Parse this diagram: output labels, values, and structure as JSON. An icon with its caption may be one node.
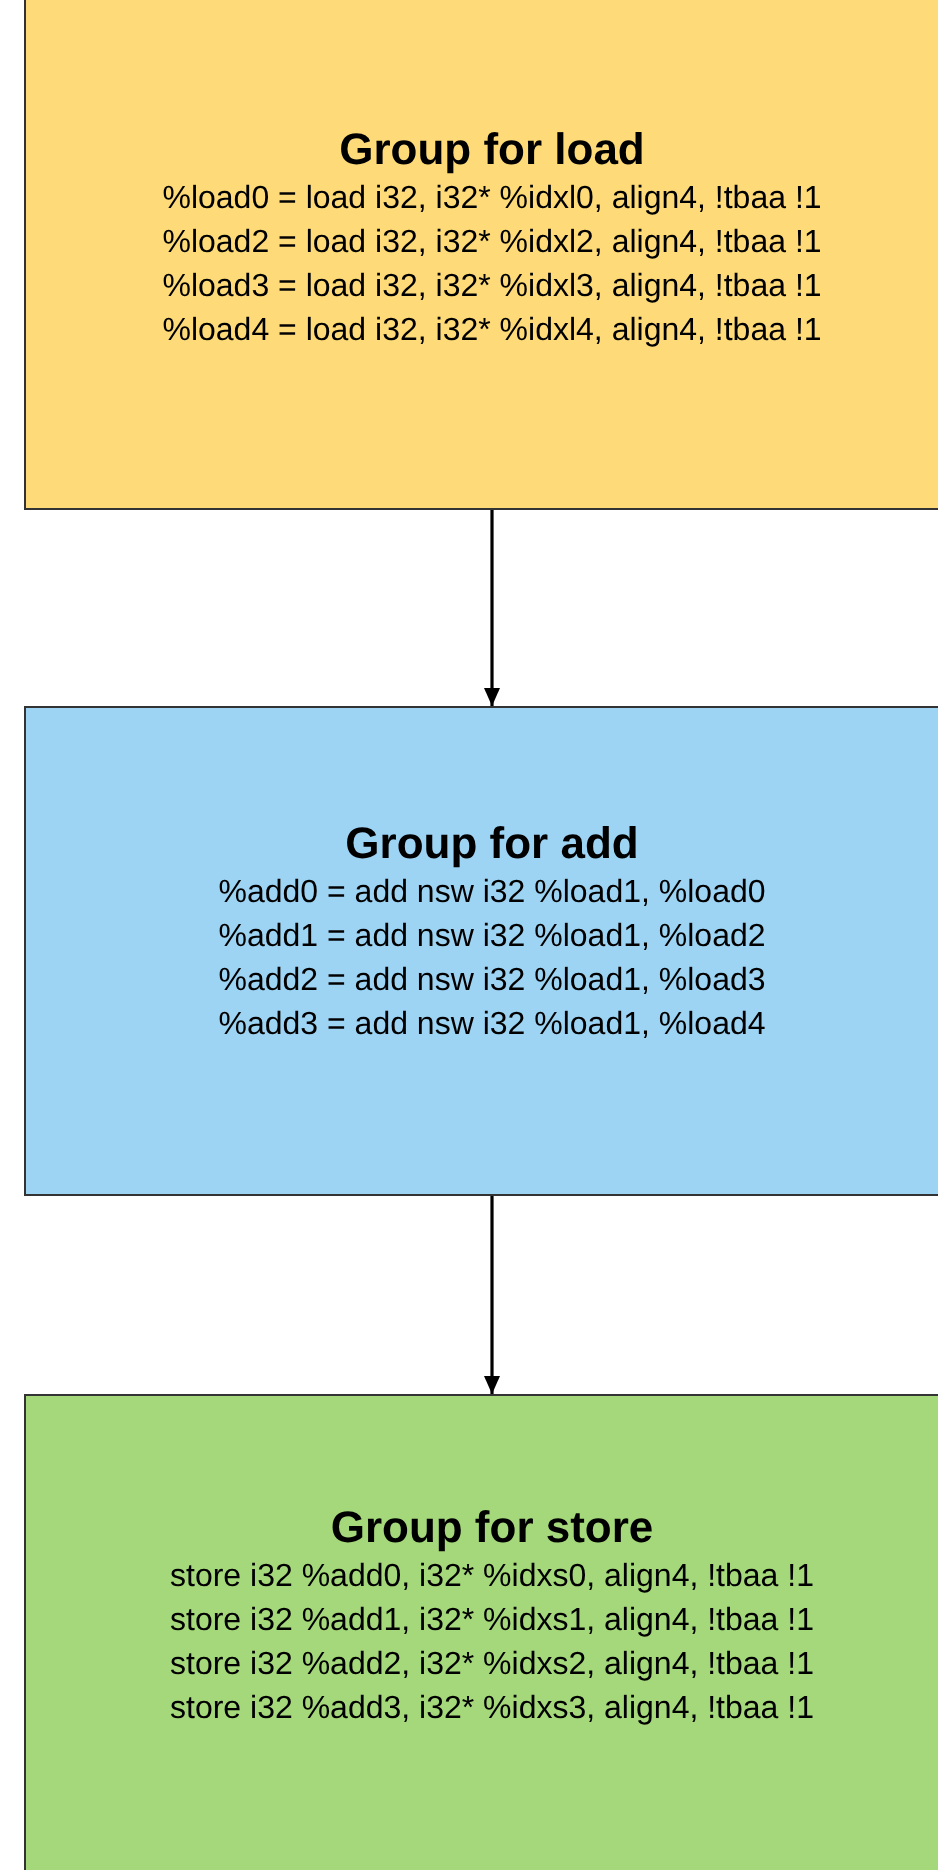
{
  "diagram": {
    "nodes": [
      {
        "text": [
          "Group for load",
          "%load0 = load i32, i32* %idxl0, align4, !tbaa !1",
          "%load2 = load i32, i32* %idxl2, align4, !tbaa !1",
          "%load3 = load i32, i32* %idxl3, align4, !tbaa !1",
          "%load4 = load i32, i32* %idxl4, align4, !tbaa !1"
        ]
      },
      {
        "text": [
          "Group for add",
          "%add0 = add nsw i32 %load1, %load0",
          "%add1 = add nsw i32 %load1, %load2",
          "%add2 = add nsw i32 %load1, %load3",
          "%add3 = add nsw i32 %load1, %load4"
        ]
      },
      {
        "text": [
          "Group for store",
          "store i32 %add0, i32* %idxs0, align4, !tbaa !1",
          "store i32 %add1, i32* %idxs1, align4, !tbaa !1",
          "store i32 %add2, i32* %idxs2, align4, !tbaa !1",
          "store i32 %add3, i32* %idxs3, align4, !tbaa !1"
        ]
      }
    ],
    "edges": [
      {
        "from": 0,
        "to": 1,
        "arrow": "to"
      },
      {
        "from": 1,
        "to": 2,
        "arrow": "to"
      }
    ]
  }
}
